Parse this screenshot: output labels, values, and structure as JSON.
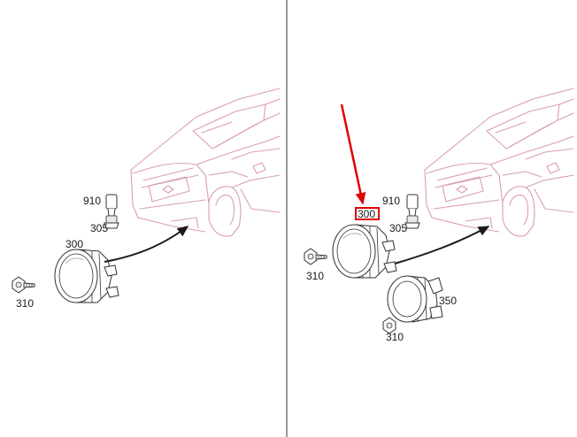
{
  "panels": {
    "left": {
      "labels": {
        "p910": "910",
        "p305": "305",
        "p300": "300",
        "p310": "310"
      }
    },
    "right": {
      "labels": {
        "p910": "910",
        "p305": "305",
        "p300_highlighted": "300",
        "p310_upper": "310",
        "p350": "350",
        "p310_lower": "310"
      }
    }
  },
  "colors": {
    "car_outline": "#d9a0aa",
    "highlight": "#e00000",
    "divider": "#555555"
  }
}
